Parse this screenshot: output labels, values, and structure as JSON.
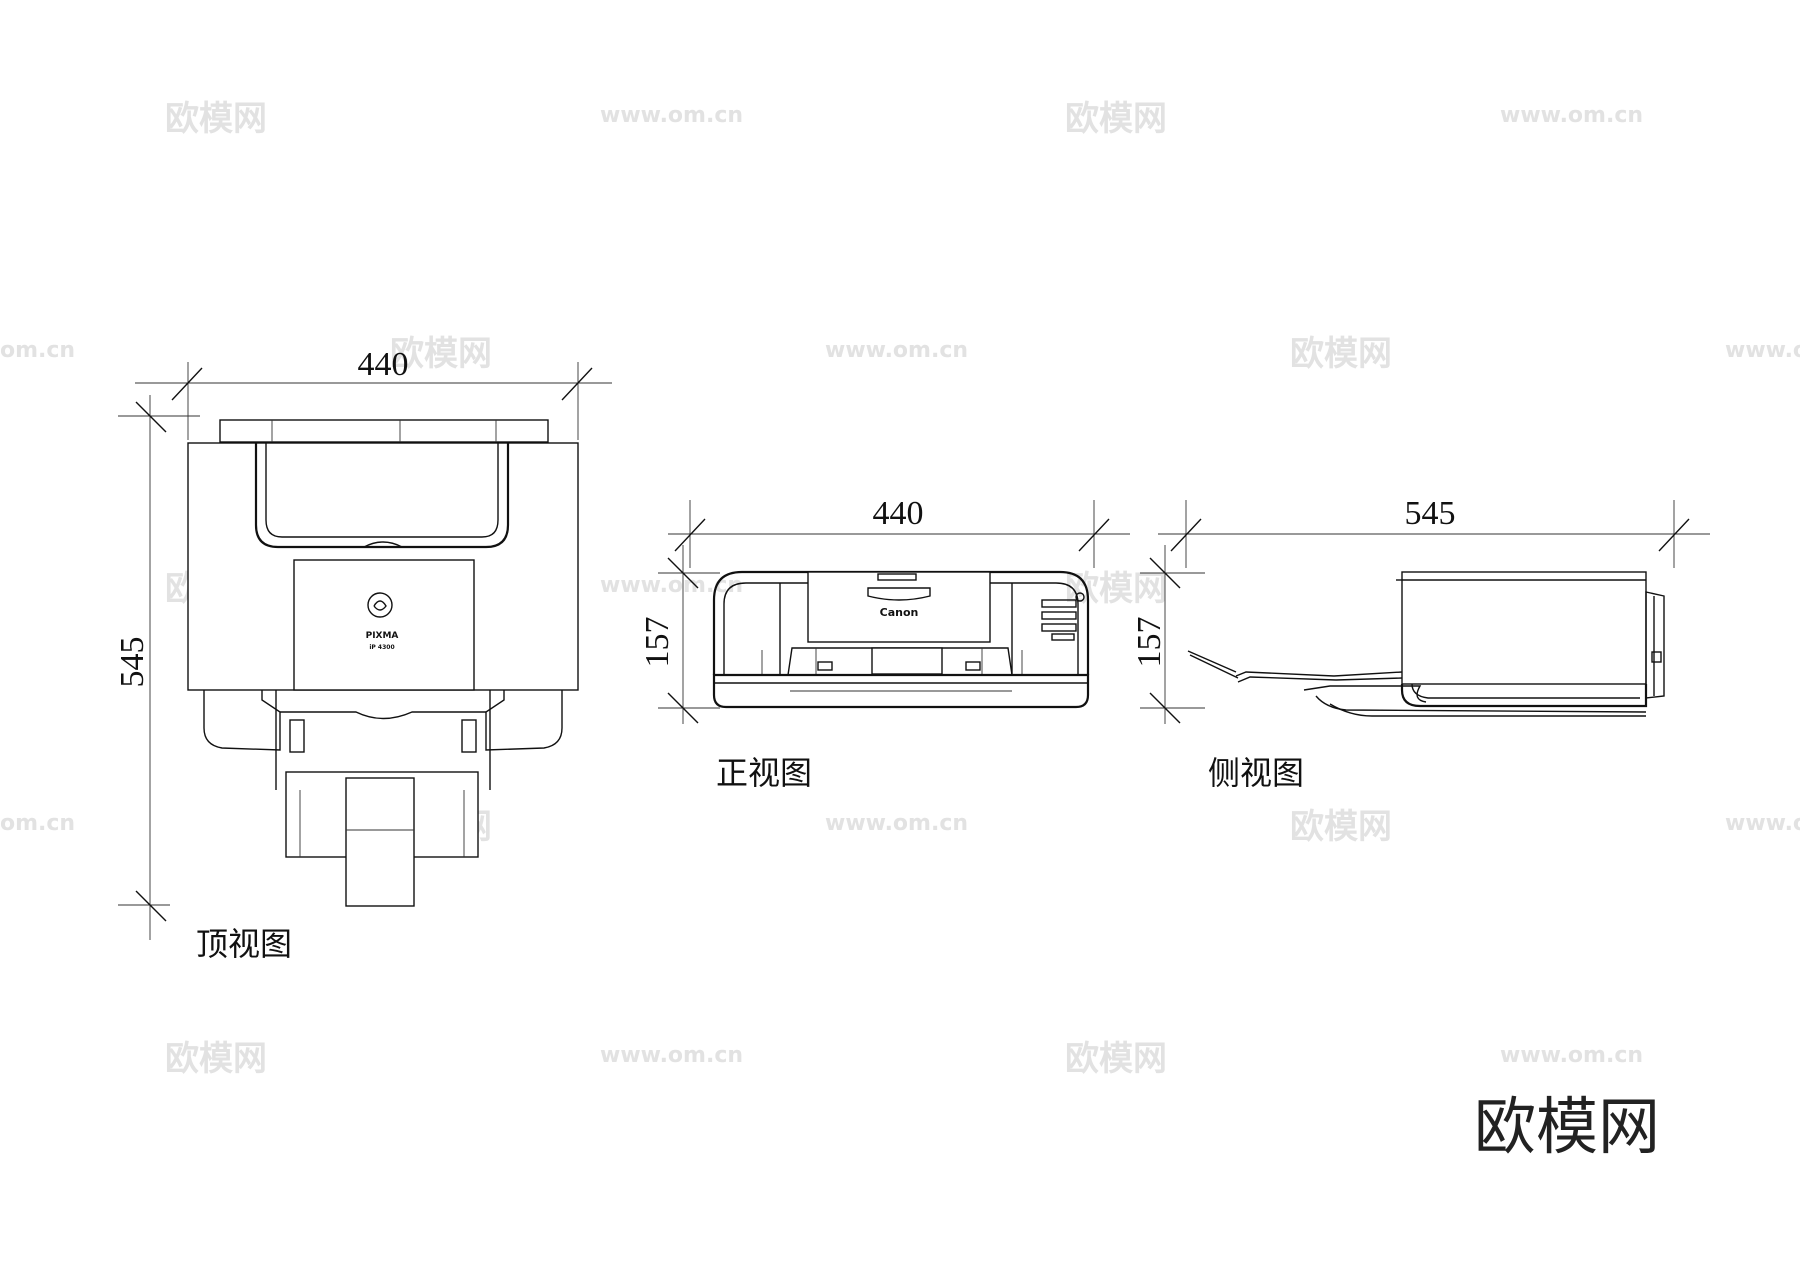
{
  "watermark": {
    "brand": "欧模网",
    "url": "www.om.cn",
    "url_fragment": "om.cn"
  },
  "top_view": {
    "title": "顶视图",
    "width_dim": "440",
    "depth_dim": "545",
    "label_model": "PIXMA",
    "label_sub": "iP 4300"
  },
  "front_view": {
    "title": "正视图",
    "width_dim": "440",
    "height_dim": "157",
    "logo_text": "Canon"
  },
  "side_view": {
    "title": "侧视图",
    "depth_dim": "545",
    "height_dim": "157"
  },
  "corner_brand": "欧模网"
}
